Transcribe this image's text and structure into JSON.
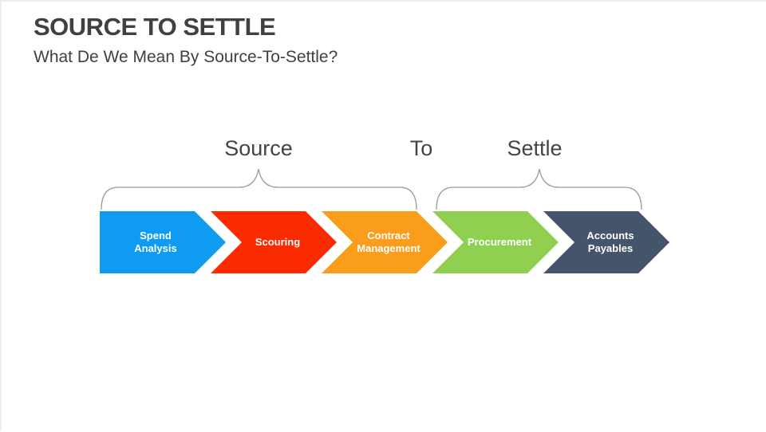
{
  "slide": {
    "title": "SOURCE TO SETTLE",
    "subtitle": "What De We Mean By Source-To-Settle?"
  },
  "brace_labels": {
    "source": "Source",
    "to": "To",
    "settle": "Settle"
  },
  "process_steps": [
    {
      "label": "Spend\nAnalysis",
      "color": "#0e9bf1"
    },
    {
      "label": "Scouring",
      "color": "#fa2b01"
    },
    {
      "label": "Contract\nManagement",
      "color": "#fa9d1c"
    },
    {
      "label": "Procurement",
      "color": "#90d051"
    },
    {
      "label": "Accounts\nPayables",
      "color": "#44546a"
    }
  ],
  "colors": {
    "background": "#ffffff",
    "title_text": "#404040",
    "brace_stroke": "#999999",
    "step_text": "#ffffff"
  }
}
